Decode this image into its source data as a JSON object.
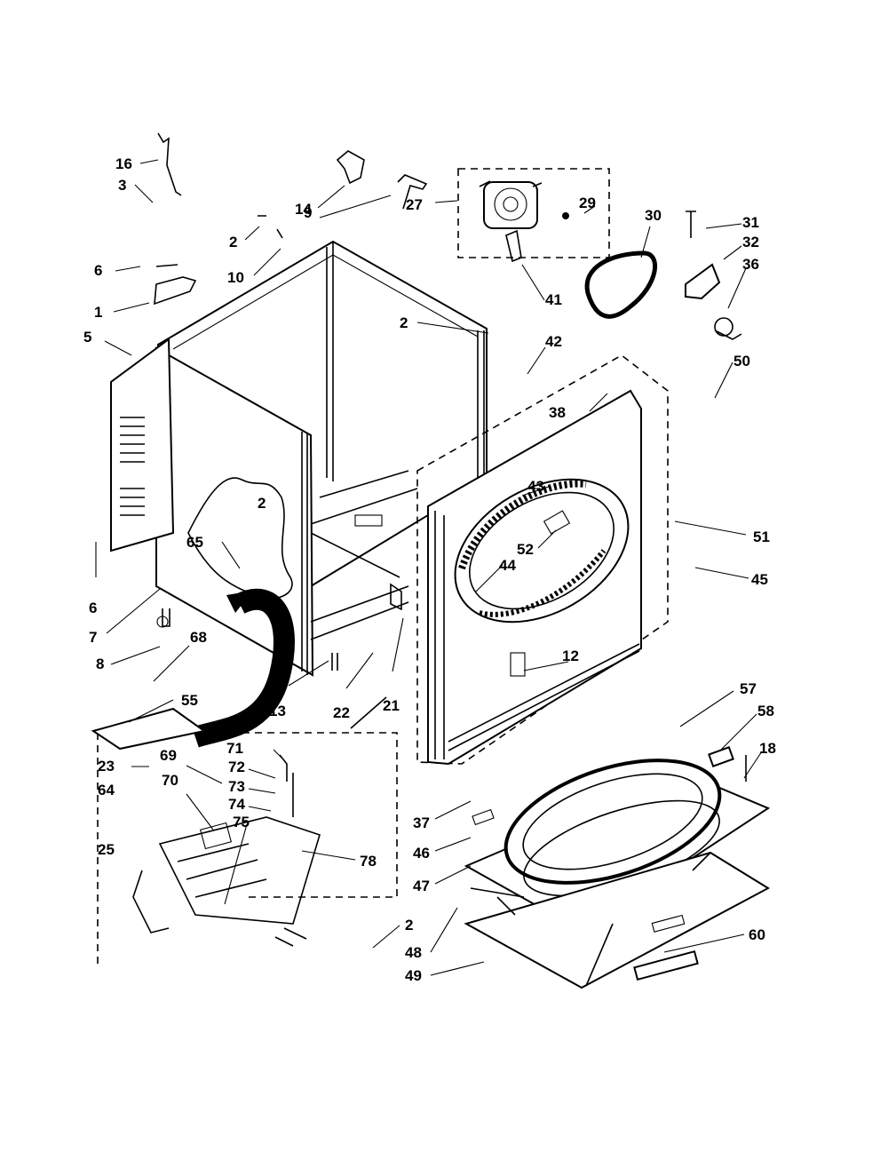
{
  "labels": [
    {
      "id": "16",
      "text": "16"
    },
    {
      "id": "3",
      "text": "3"
    },
    {
      "id": "14",
      "text": "14"
    },
    {
      "id": "27",
      "text": "27"
    },
    {
      "id": "29",
      "text": "29"
    },
    {
      "id": "30",
      "text": "30"
    },
    {
      "id": "31",
      "text": "31"
    },
    {
      "id": "32",
      "text": "32"
    },
    {
      "id": "36",
      "text": "36"
    },
    {
      "id": "2a",
      "text": "2"
    },
    {
      "id": "9",
      "text": "9"
    },
    {
      "id": "10",
      "text": "10"
    },
    {
      "id": "6a",
      "text": "6"
    },
    {
      "id": "1",
      "text": "1"
    },
    {
      "id": "5",
      "text": "5"
    },
    {
      "id": "2b",
      "text": "2"
    },
    {
      "id": "41",
      "text": "41"
    },
    {
      "id": "42",
      "text": "42"
    },
    {
      "id": "50",
      "text": "50"
    },
    {
      "id": "38",
      "text": "38"
    },
    {
      "id": "43",
      "text": "43"
    },
    {
      "id": "51",
      "text": "51"
    },
    {
      "id": "52",
      "text": "52"
    },
    {
      "id": "44",
      "text": "44"
    },
    {
      "id": "2c",
      "text": "2"
    },
    {
      "id": "65",
      "text": "65"
    },
    {
      "id": "45",
      "text": "45"
    },
    {
      "id": "6b",
      "text": "6"
    },
    {
      "id": "7",
      "text": "7"
    },
    {
      "id": "68",
      "text": "68"
    },
    {
      "id": "8",
      "text": "8"
    },
    {
      "id": "12",
      "text": "12"
    },
    {
      "id": "55",
      "text": "55"
    },
    {
      "id": "13",
      "text": "13"
    },
    {
      "id": "22",
      "text": "22"
    },
    {
      "id": "21",
      "text": "21"
    },
    {
      "id": "57",
      "text": "57"
    },
    {
      "id": "58",
      "text": "58"
    },
    {
      "id": "71",
      "text": "71"
    },
    {
      "id": "18",
      "text": "18"
    },
    {
      "id": "23",
      "text": "23"
    },
    {
      "id": "69",
      "text": "69"
    },
    {
      "id": "72",
      "text": "72"
    },
    {
      "id": "64",
      "text": "64"
    },
    {
      "id": "70",
      "text": "70"
    },
    {
      "id": "73",
      "text": "73"
    },
    {
      "id": "74",
      "text": "74"
    },
    {
      "id": "37",
      "text": "37"
    },
    {
      "id": "75",
      "text": "75"
    },
    {
      "id": "25",
      "text": "25"
    },
    {
      "id": "46",
      "text": "46"
    },
    {
      "id": "78",
      "text": "78"
    },
    {
      "id": "47",
      "text": "47"
    },
    {
      "id": "2d",
      "text": "2"
    },
    {
      "id": "60",
      "text": "60"
    },
    {
      "id": "48",
      "text": "48"
    },
    {
      "id": "49",
      "text": "49"
    }
  ]
}
